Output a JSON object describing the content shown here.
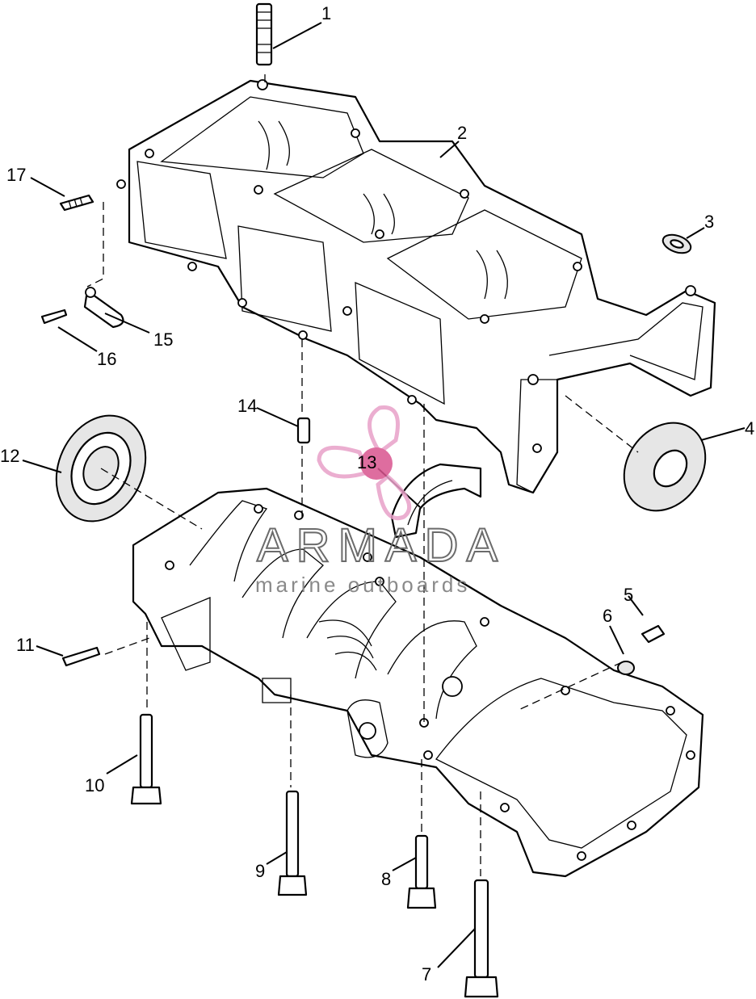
{
  "diagram": {
    "callouts": [
      {
        "id": "1",
        "label": "1"
      },
      {
        "id": "2",
        "label": "2"
      },
      {
        "id": "3",
        "label": "3"
      },
      {
        "id": "4",
        "label": "4"
      },
      {
        "id": "5",
        "label": "5"
      },
      {
        "id": "6",
        "label": "6"
      },
      {
        "id": "7",
        "label": "7"
      },
      {
        "id": "8",
        "label": "8"
      },
      {
        "id": "9",
        "label": "9"
      },
      {
        "id": "10",
        "label": "10"
      },
      {
        "id": "11",
        "label": "11"
      },
      {
        "id": "12",
        "label": "12"
      },
      {
        "id": "13",
        "label": "13"
      },
      {
        "id": "14",
        "label": "14"
      },
      {
        "id": "15",
        "label": "15"
      },
      {
        "id": "16",
        "label": "16"
      },
      {
        "id": "17",
        "label": "17"
      }
    ]
  },
  "watermark": {
    "title": "ARMADA",
    "subtitle": "marine outboards",
    "accent_color": "#e8a0c8",
    "badge_color": "#d9548f"
  }
}
